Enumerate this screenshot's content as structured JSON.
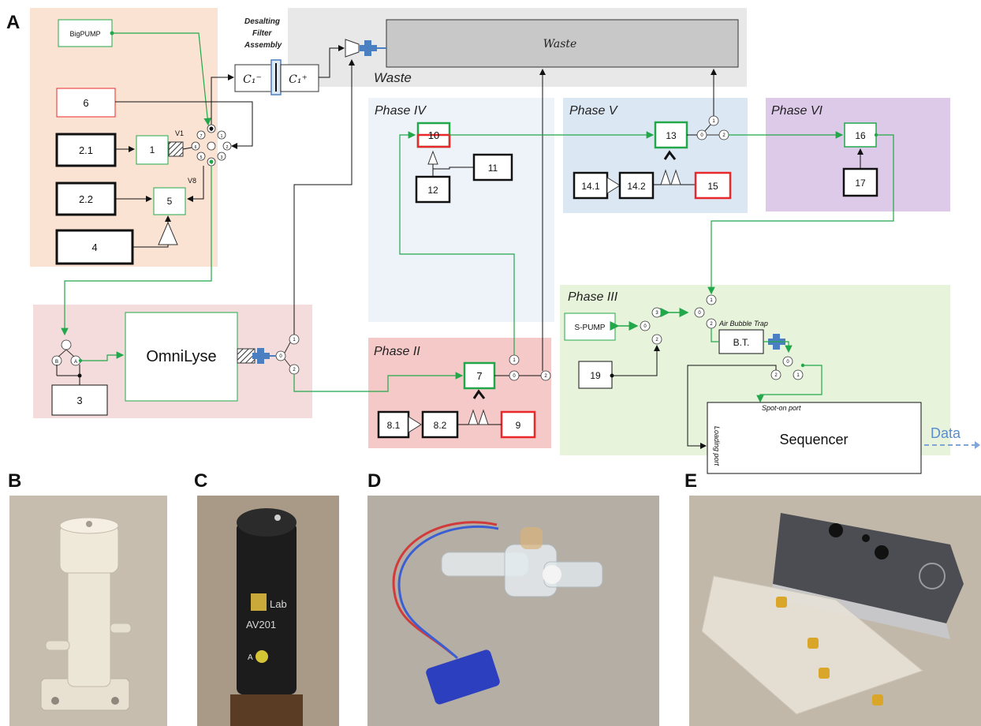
{
  "panel_labels": {
    "a": "A",
    "b": "B",
    "c": "C",
    "d": "D",
    "e": "E"
  },
  "zones": {
    "waste": "Waste",
    "phase2": "Phase II",
    "phase3": "Phase III",
    "phase4": "Phase IV",
    "phase5": "Phase V",
    "phase6": "Phase VI"
  },
  "waste_tank": "Waste",
  "filter": {
    "title_line1": "Desalting",
    "title_line2": "Filter",
    "title_line3": "Assembly",
    "c_minus": "C₁⁻",
    "c_plus": "C₁⁺"
  },
  "boxes": {
    "bigpump": "BigPUMP",
    "b6": "6",
    "b2_1": "2.1",
    "b1": "1",
    "b2_2": "2.2",
    "b5": "5",
    "b4": "4",
    "omnilyse": "OmniLyse",
    "b3": "3",
    "b7": "7",
    "b8_1": "8.1",
    "b8_2": "8.2",
    "b9": "9",
    "b10": "10",
    "b11": "11",
    "b12": "12",
    "b13": "13",
    "b14_1": "14.1",
    "b14_2": "14.2",
    "b15": "15",
    "b16": "16",
    "b17": "17",
    "spump": "S-PUMP",
    "b19": "19",
    "bt": "B.T.",
    "sequencer": "Sequencer"
  },
  "valve_labels": {
    "v1": "V1",
    "v8": "V8"
  },
  "rotary_ports": [
    "1",
    "2",
    "3",
    "4",
    "5",
    "6",
    "7",
    "8"
  ],
  "valve_ports": {
    "common": "0",
    "p1": "1",
    "p2": "2",
    "p3": "3"
  },
  "annotations": {
    "air_bubble_trap": "Air Bubble Trap",
    "spot_on_port": "Spot-on port",
    "loading_port": "Loading port",
    "data": "Data"
  },
  "colors": {
    "green": "#22a84a",
    "red": "#e8282a",
    "blue": "#4a7fc2",
    "zone_orange": "#fbe3d3",
    "zone_gray": "#e8e8e8",
    "zone_pink": "#f5dcdc",
    "zone_red": "#f6c9c9",
    "zone_lightblue": "#eef3fa",
    "zone_blue": "#dce7f4",
    "zone_purple": "#ddc9e8",
    "zone_green": "#e8f3dc"
  }
}
